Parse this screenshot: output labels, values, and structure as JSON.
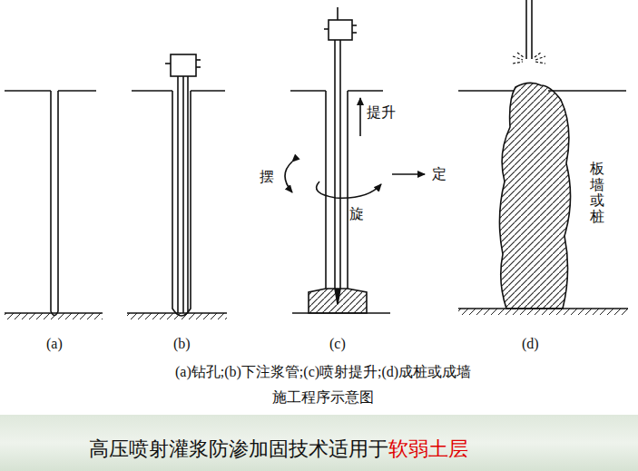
{
  "diagram": {
    "caption": "(a)钻孔;(b)下注浆管;(c)喷射提升;(d)成桩或成墙",
    "labels": [
      "(a)",
      "(b)",
      "(c)",
      "(d)",
      "提升",
      "摆",
      "定",
      "旋",
      "板墙或桩",
      "施工程序示意图",
      "高压喷射灌浆防渗加固技术适用于",
      "软弱土层"
    ]
  }
}
